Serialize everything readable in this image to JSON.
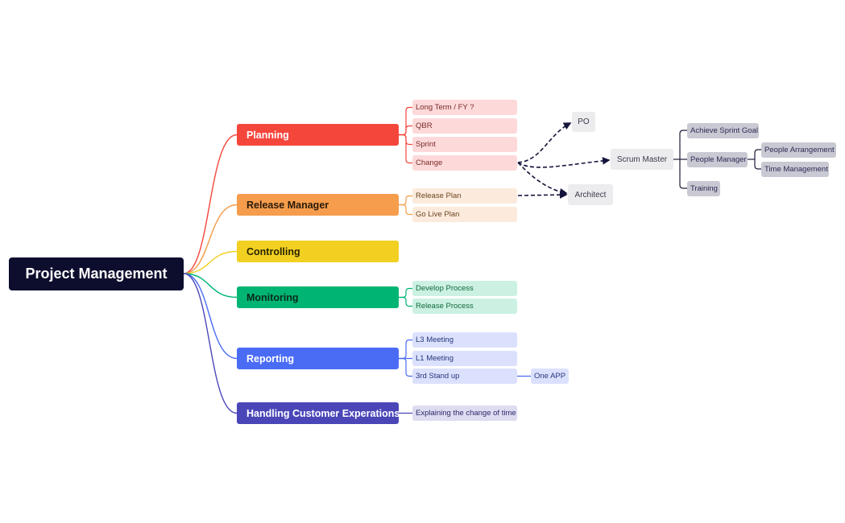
{
  "root": {
    "label": "Project Management"
  },
  "branches": [
    {
      "label": "Planning",
      "color": "#f5463c",
      "text_color": "#ffffff",
      "sub_bg": "#fdd9d9",
      "sub_text": "#7a2a2a",
      "children": [
        "Long Term / FY ?",
        "QBR",
        "Sprint",
        "Change"
      ]
    },
    {
      "label": "Release Manager",
      "color": "#f59d4c",
      "text_color": "#2a1a0a",
      "sub_bg": "#fcebdc",
      "sub_text": "#6a4522",
      "children": [
        "Release Plan",
        "Go Live Plan"
      ]
    },
    {
      "label": "Controlling",
      "color": "#f2d022",
      "text_color": "#2a2400",
      "sub_bg": "#fbf3c4",
      "sub_text": "#5a4e10",
      "children": []
    },
    {
      "label": "Monitoring",
      "color": "#00b574",
      "text_color": "#0a2a1a",
      "sub_bg": "#ccf1e2",
      "sub_text": "#11683f",
      "children": [
        "Develop Process",
        "Release Process"
      ]
    },
    {
      "label": "Reporting",
      "color": "#4a6cf5",
      "text_color": "#ffffff",
      "sub_bg": "#dbe1fd",
      "sub_text": "#26367a",
      "children": [
        "L3 Meeting",
        "L1 Meeting",
        "3rd Stand up"
      ]
    },
    {
      "label": "Handling Customer Experations",
      "color": "#4b46b8",
      "text_color": "#ffffff",
      "sub_bg": "#dddcf1",
      "sub_text": "#2d2a6a",
      "children": [
        "Explaining the change of time"
      ]
    }
  ],
  "floating": {
    "po": "PO",
    "architect": "Architect",
    "scrum_master": "Scrum Master",
    "one_app": "One APP"
  },
  "scrum_children": {
    "achieve": "Achieve Sprint Goal",
    "people_manager": "People Manager",
    "training": "Training",
    "people_arrangement": "People Arrangement",
    "time_management": "Time Management"
  }
}
